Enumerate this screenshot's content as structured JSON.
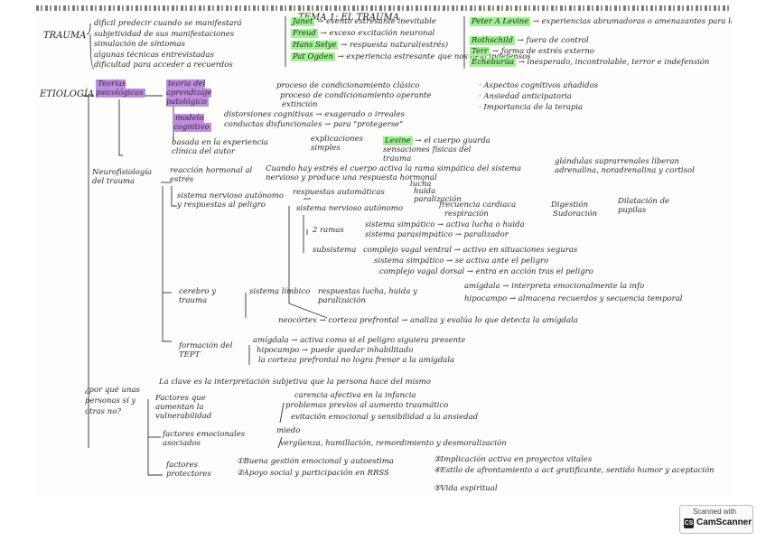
{
  "title": "TEMA 1: EL TRAUMA",
  "trauma": {
    "label": "TRAUMA",
    "items": [
      "dificil predecir cuando se manifestará",
      "subjetividad de sus manifestaciones",
      "simulación de síntomas",
      "algunas técnicas entrevistadas",
      "dificultad para acceder a recuerdos"
    ],
    "authors": [
      {
        "name": "Janet",
        "text": "evento estresante inevitable"
      },
      {
        "name": "Freud",
        "text": "exceso excitación neuronal"
      },
      {
        "name": "Hans Selye",
        "text": "respuesta natural(estrés)"
      },
      {
        "name": "Pat Ogden",
        "text": "experiencia estresante que nos deja indefensos"
      }
    ],
    "authors2": [
      {
        "name": "Peter A Levine",
        "text": "experiencias abrumadoras o amenazantes para la vida"
      },
      {
        "name": "Rothschild",
        "text": "fuera de control"
      },
      {
        "name": "Terr",
        "text": "forma de estrés externo"
      },
      {
        "name": "Echeburúa",
        "text": "inesperado, incontrolable, terror e indefensión"
      }
    ]
  },
  "etiologia": {
    "label": "ETIOLOGÍA",
    "teorias": "Teorías psicológicas",
    "aprendizaje": "teoría del aprendizaje patológico",
    "aprendizaje_items": [
      "proceso de condicionamiento clásico",
      "proceso de condicionamiento operante",
      "extinción"
    ],
    "aspectos": [
      "Aspectos cognitivos añadidos",
      "Ansiedad anticipatoria",
      "Importancia de la terapia"
    ],
    "cognitivo": "modelo cognitivo",
    "cognitivo_items": [
      "distorsiones cognitivas → exagerado o irreales",
      "conductas disfuncionales → para \"protegerse\""
    ],
    "experiencia": "basada en la experiencia clínica del autor",
    "explicaciones": "explicaciones simples",
    "levine": "Levine",
    "levine_text": "el cuerpo guarda sensaciones físicas del trauma"
  },
  "neuro": {
    "label": "Neurofisiología del trauma",
    "reaccion": "reacción hormonal al estrés",
    "reaccion_text": "Cuando hay estrés el cuerpo activa la rama simpática del sistema nervioso y produce una respuesta hormonal",
    "glandulas": "glándulas suprarrenales liberan adrenalina, noradrenalina y cortisol",
    "sna": "sistema nervioso autónomo y respuestas al peligro",
    "resp_auto": "respuestas automáticas",
    "huida": "huida",
    "lucha": "lucha",
    "paralizacion": "paralización",
    "sna2": "sistema nervioso autónomo",
    "frec": "frecuencia cardiaca",
    "resp": "respiración",
    "digestion": "Digestión",
    "sudoracion": "Sudoración",
    "dilatacion": "Dilatación de pupilas",
    "ramas": "2 ramas",
    "simp": "sistema simpático → activa lucha o huida",
    "parasimp": "sistema parasimpático → paralizador",
    "subsistema": "subsistema",
    "vagal_v": "complejo vagal ventral → activo en situaciones seguras",
    "simp2": "sistema simpático → se activa ante el peligro",
    "vagal_d": "complejo vagal dorsal → entra en acción tras el peligro",
    "cerebro": "cerebro y trauma",
    "limbico": "sistema límbico",
    "lucha_huida": "respuestas lucha, huida y paralización",
    "amigdala": "amígdala → interpreta emocionalmente la info",
    "hipocampo": "hipocampo → almacena recuerdos y secuencia temporal",
    "neocortex": "neocórtex → corteza prefrontal → analiza y evalúa lo que detecta la amígdala",
    "tept": "formación del TEPT",
    "tept_items": [
      "amígdala → activa como si el peligro siguiera presente",
      "hipocampo → puede quedar inhabilitado",
      "la corteza prefrontal no logra frenar a la amígdala"
    ]
  },
  "porque": {
    "label": "¿por qué unas personas sí y otras no?",
    "clave": "La clave es la interpretación subjetiva que la persona hace del mismo",
    "factores_aum": "Factores que aumentan la vulnerabilidad",
    "aum_items": [
      "carencia afectiva en la infancia",
      "problemas previos al aumento traumático",
      "evitación emocional y sensibilidad a la ansiedad"
    ],
    "factores_emo": "factores emocionales asociados",
    "emo_items": [
      "miedo",
      "vergüenza, humillación, remordimiento y desmoralización"
    ],
    "factores_prot": "factores protectores",
    "prot_items": [
      "①Buena gestión emocional y autoestima",
      "②Apoyo social y participación en RRSS",
      "③Implicación activa en proyectos vitales",
      "④Estilo de afrontamiento a act gratificante, sentido humor y aceptación",
      "⑤Vida espiritual"
    ]
  },
  "scanner": {
    "line1": "Scanned with",
    "line2": "CamScanner",
    "logo": "CS"
  }
}
